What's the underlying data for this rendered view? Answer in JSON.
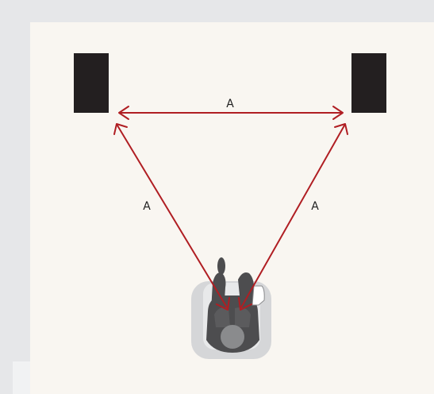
{
  "labels": {
    "top_distance": "A",
    "left_distance": "A",
    "right_distance": "A"
  },
  "colors": {
    "arrow": "#b01e23",
    "speaker": "#231f20",
    "chair": "#d5d6d8",
    "person_dark": "#4d4d4f",
    "person_light": "#8a8b8d",
    "room_floor": "#f9f6f1",
    "wall": "#e6e7e9"
  },
  "icons": {
    "left_speaker": "speaker-icon",
    "right_speaker": "speaker-icon",
    "listener": "person-in-chair-icon"
  }
}
